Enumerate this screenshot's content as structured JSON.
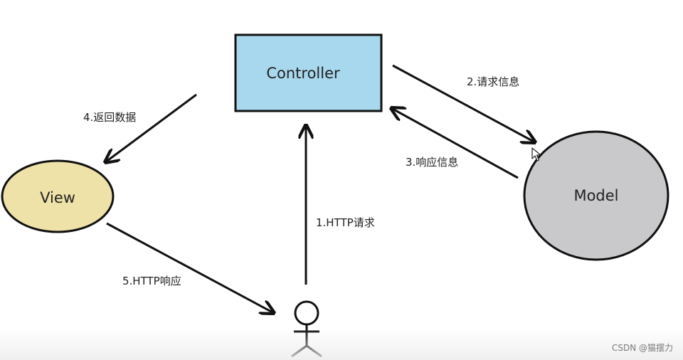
{
  "diagram": {
    "nodes": {
      "controller": {
        "label": "Controller",
        "fill": "#a8d8ee"
      },
      "view": {
        "label": "View",
        "fill": "#efe2a8"
      },
      "model": {
        "label": "Model",
        "fill": "#c9c9cc"
      },
      "user": {
        "icon": "stick-figure-icon"
      }
    },
    "edges": [
      {
        "id": "1",
        "label": "1.HTTP请求",
        "from": "user",
        "to": "controller"
      },
      {
        "id": "2",
        "label": "2.请求信息",
        "from": "controller",
        "to": "model"
      },
      {
        "id": "3",
        "label": "3.响应信息",
        "from": "model",
        "to": "controller"
      },
      {
        "id": "4",
        "label": "4.返回数据",
        "from": "controller",
        "to": "view"
      },
      {
        "id": "5",
        "label": "5.HTTP响应",
        "from": "view",
        "to": "user"
      }
    ],
    "stroke_color": "#111111"
  },
  "watermark": "CSDN @猫摆力",
  "cursor_icon": "mouse-pointer-icon"
}
